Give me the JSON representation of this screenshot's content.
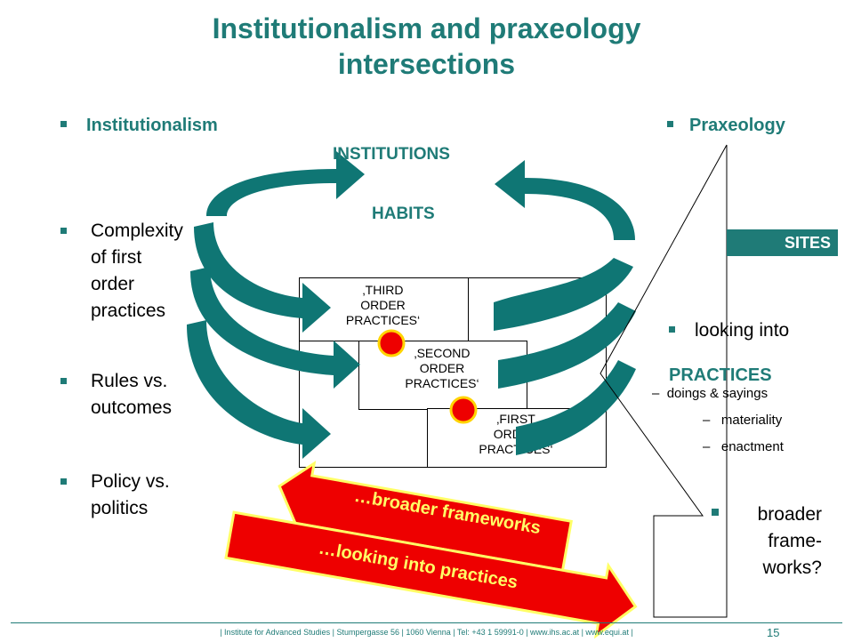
{
  "title": {
    "line1": "Institutionalism and praxeology",
    "line2": "intersections"
  },
  "left": {
    "heading": "Institutionalism",
    "items": [
      [
        "Complexity",
        "of first",
        "order",
        "practices"
      ],
      [
        "Rules vs.",
        "outcomes"
      ],
      [
        "Policy vs.",
        "politics"
      ]
    ]
  },
  "center": {
    "institutions": "INSTITUTIONS",
    "habits": "HABITS",
    "third": [
      "‚THIRD",
      "ORDER",
      "PRACTICES‘"
    ],
    "second": [
      "‚SECOND",
      "ORDER",
      "PRACTICES‘"
    ],
    "first": [
      "‚FIRST",
      "ORDER",
      "PRACTICES‘"
    ]
  },
  "arrows": {
    "broader": "…broader frameworks",
    "looking": "…looking into practices"
  },
  "right": {
    "heading": "Praxeology",
    "sites": "SITES",
    "looking_into": "looking into",
    "practices": "PRACTICES",
    "doings": "doings & sayings",
    "materiality": "materiality",
    "enactment": "enactment",
    "broader": [
      "broader",
      "frame-",
      "works?"
    ]
  },
  "footer": {
    "text": "| Institute for Advanced Studies | Stumpergasse 56 | 1060 Vienna | Tel: +43 1 59991-0 | www.ihs.ac.at | www.equi.at |",
    "page": "15"
  },
  "colors": {
    "teal": "#1f7b77",
    "arrow_teal": "#0f7674",
    "red": "#ee0000",
    "yellow": "#ffff66"
  }
}
